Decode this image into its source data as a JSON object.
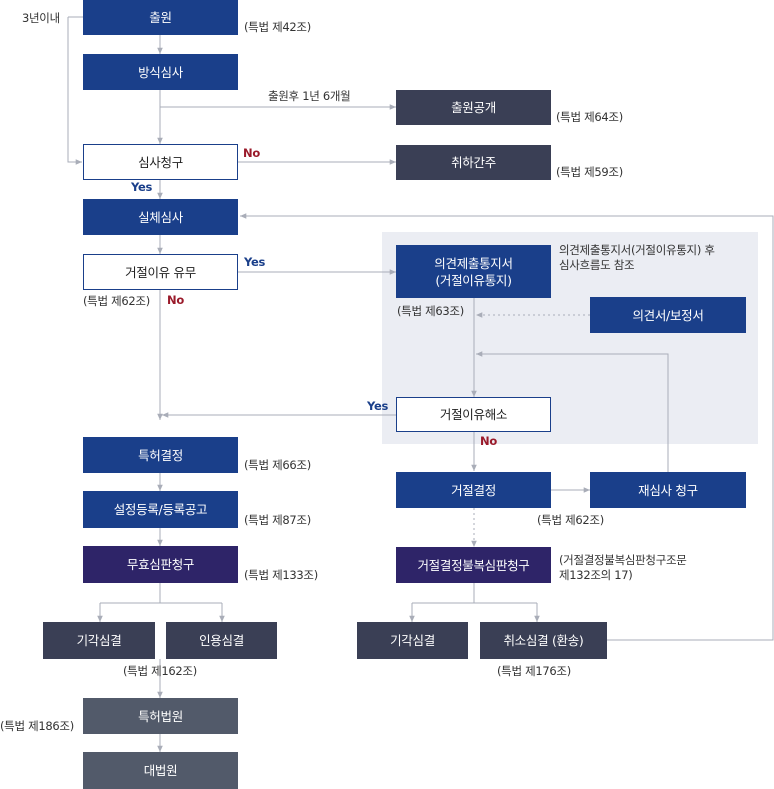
{
  "boxes": {
    "filing": "출원",
    "formality": "방식심사",
    "publication": "출원공개",
    "exam_request": "심사청구",
    "deemed_withdrawn": "취하간주",
    "substantive": "실체심사",
    "reason_check": "거절이유 유무",
    "opinion_notice_1": "의견제출통지서",
    "opinion_notice_2": "(거절이유통지)",
    "response": "의견서/보정서",
    "resolved": "거절이유해소",
    "grant": "특허결정",
    "registration": "설정등록/등록공고",
    "rejection": "거절결정",
    "reexam": "재심사 청구",
    "invalidation": "무효심판청구",
    "appeal": "거절결정불복심판청구",
    "left_dismiss": "기각심결",
    "left_accept": "인용심결",
    "right_dismiss": "기각심결",
    "right_cancel": "취소심결 (환송)",
    "patent_court": "특허법원",
    "supreme_court": "대법원"
  },
  "labels": {
    "three_years": "3년이내",
    "art42": "(특법 제42조)",
    "after_filing": "출원후 1년 6개월",
    "art64": "(특법 제64조)",
    "art59": "(특법 제59조)",
    "art62_a": "(특법 제62조)",
    "art63": "(특법 제63조)",
    "art66": "(특법 제66조)",
    "art87": "(특법 제87조)",
    "art133": "(특법 제133조)",
    "art62_b": "(특법 제62조)",
    "art162": "(특법 제162조)",
    "art176": "(특법 제176조)",
    "art186": "(특법 제186조)",
    "opinion_note_1": "의견제출통지서(거절이유통지) 후",
    "opinion_note_2": "심사흐름도 참조",
    "appeal_note_1": "(거절결정불복심판청구조문",
    "appeal_note_2": "제132조의 17)"
  },
  "branches": {
    "no_1": "No",
    "yes_1": "Yes",
    "yes_2": "Yes",
    "no_2": "No",
    "yes_3": "Yes",
    "no_3": "No"
  },
  "colors": {
    "navy": "#1a3f8a",
    "dark": "#3a3f55",
    "purple": "#2e2468",
    "slate": "#525a6a",
    "line": "#a9adb8",
    "panel": "#ebedf3",
    "no_red": "#9a1a2a"
  }
}
